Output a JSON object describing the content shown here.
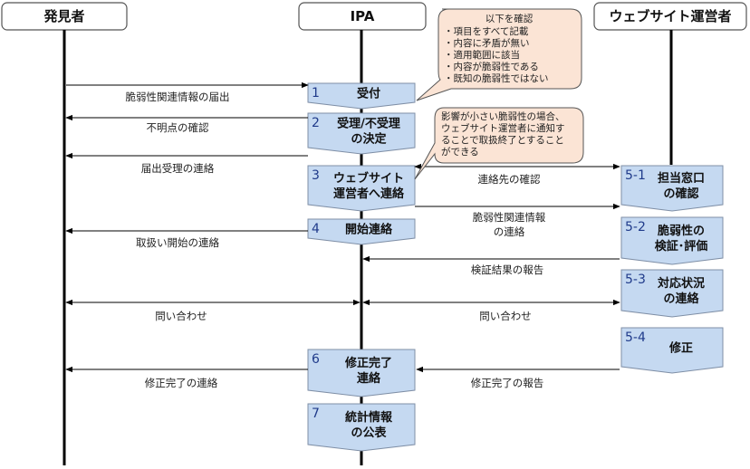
{
  "actors": {
    "finder": "発見者",
    "ipa": "IPA",
    "operator": "ウェブサイト運営者"
  },
  "steps": {
    "s1": {
      "num": "1",
      "lines": [
        "受付"
      ]
    },
    "s2": {
      "num": "2",
      "lines": [
        "受理/不受理",
        "の決定"
      ]
    },
    "s3": {
      "num": "3",
      "lines": [
        "ウェブサイト",
        "運営者へ連絡"
      ]
    },
    "s4": {
      "num": "4",
      "lines": [
        "開始連絡"
      ]
    },
    "s51": {
      "num": "5-1",
      "lines": [
        "担当窓口",
        "の確認"
      ]
    },
    "s52": {
      "num": "5-2",
      "lines": [
        "脆弱性の",
        "検証･評価"
      ]
    },
    "s53": {
      "num": "5-3",
      "lines": [
        "対応状況",
        "の連絡"
      ]
    },
    "s54": {
      "num": "5-4",
      "lines": [
        "修正"
      ]
    },
    "s6": {
      "num": "6",
      "lines": [
        "修正完了",
        "連絡"
      ]
    },
    "s7": {
      "num": "7",
      "lines": [
        "統計情報",
        "の公表"
      ]
    }
  },
  "messages": {
    "m1": "脆弱性関連情報の届出",
    "m2": "不明点の確認",
    "m3": "届出受理の連絡",
    "m4": "連絡先の確認",
    "m5": [
      "脆弱性関連情報",
      "の連絡"
    ],
    "m6": "取扱い開始の連絡",
    "m7": "検証結果の報告",
    "m8": "問い合わせ",
    "m9": "問い合わせ",
    "m10": "修正完了の連絡",
    "m11": "修正完了の報告"
  },
  "notes": {
    "check": {
      "title": "以下を確認",
      "items": [
        "・項目をすべて記載",
        "・内容に矛盾が無い",
        "・適用範囲に該当",
        "・内容が脆弱性である",
        "・既知の脆弱性ではない"
      ]
    },
    "minor": {
      "lines": [
        "影響が小さい脆弱性の場合、",
        "ウェブサイト運営者に通知す",
        "ることで取扱終了とすること",
        "ができる"
      ]
    }
  },
  "colors": {
    "step_fill": "#c5d9f1",
    "note_fill": "#fbe4d5",
    "line": "#000000",
    "num": "#1f3a8a"
  }
}
